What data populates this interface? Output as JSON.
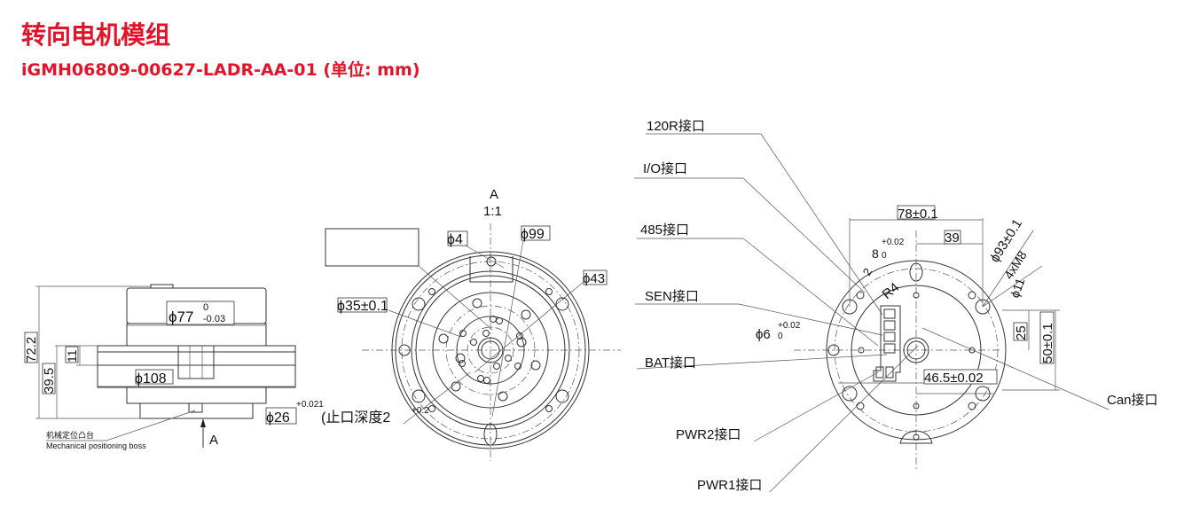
{
  "header": {
    "title": "转向电机模组",
    "subtitle": "iGMH06809-00627-LADR-AA-01 (单位: mm)"
  },
  "side_view": {
    "dim_height_total": "72.2",
    "dim_height_flange": "39.5",
    "dim_flange_thickness": "11",
    "dim_top_diameter": "ϕ77",
    "dim_top_tol_upper": "0",
    "dim_top_tol_lower": "-0.03",
    "dim_flange_diameter": "ϕ108",
    "note_cn": "机械定位凸台",
    "note_en": "Mechanical positioning boss",
    "view_arrow_label": "A"
  },
  "view_a": {
    "label": "A",
    "scale": "1:1",
    "dim_hole": "ϕ4",
    "dim_pcd_outer": "ϕ99",
    "dim_pcd_inner": "ϕ43",
    "dim_bore": "ϕ35±0.1",
    "dim_spigot": "ϕ26",
    "dim_spigot_tol": "+0.021",
    "spigot_depth": "(止口深度2",
    "spigot_depth_tol": "+0.2"
  },
  "rear_view": {
    "ports": [
      "120R接口",
      "I/O接口",
      "485接口",
      "SEN接口",
      "BAT接口",
      "PWR2接口",
      "PWR1接口",
      "Can接口"
    ],
    "dim_width": "78±0.1",
    "dim_half_width": "39",
    "dim_slot": "8",
    "dim_slot_tol": "+0.02",
    "dim_slot_tol_lower": "0",
    "dim_2": "2",
    "dim_radius": "R4",
    "dim_pcd": "ϕ93±0.1",
    "dim_thread": "4xM8",
    "dim_counterbore": "ϕ11",
    "dim_pin": "ϕ6",
    "dim_pin_tol": "+0.02",
    "dim_pin_tol_lower": "0",
    "dim_25": "25",
    "dim_50": "50±0.1",
    "dim_46": "46.5±0.02"
  }
}
